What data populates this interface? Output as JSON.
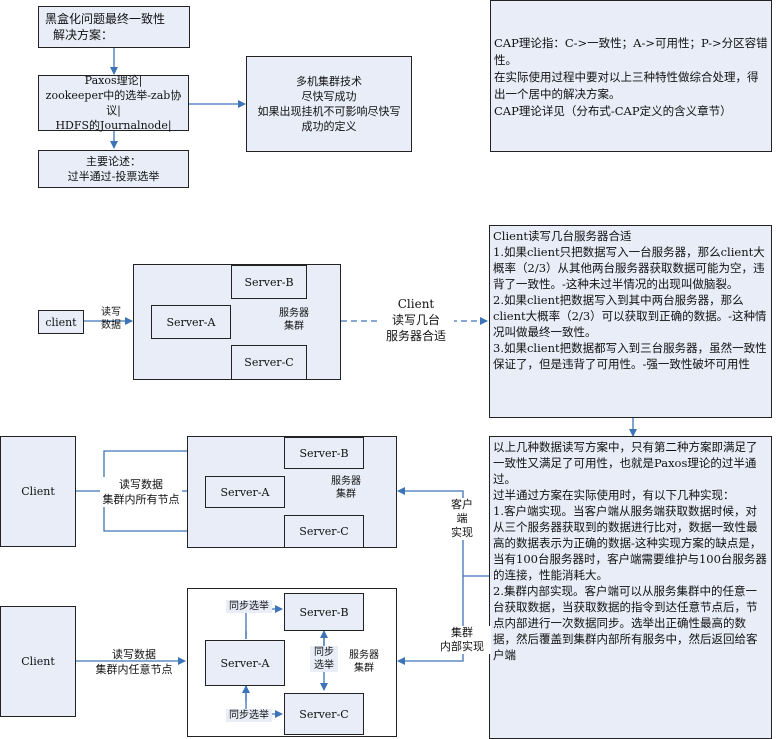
{
  "top": {
    "problem": [
      "黑盒化问题最终一致性",
      "解决方案："
    ],
    "theory": [
      "Paxos理论|",
      "zookeeper中的选举-zab协议|",
      "HDFS的Journalnode|"
    ],
    "argument": [
      "主要论述：",
      "过半通过-投票选举"
    ],
    "tech": [
      "多机集群技术",
      "尽快写成功",
      "如果出现挂机不可影响尽快写",
      "成功的定义"
    ],
    "cap": [
      "CAP理论指：C->一致性；A->可用性；P->分区容错性。",
      "在实际使用过程中要对以上三种特性做综合处理，得出一个居中的解决方案。",
      "CAP理论详见（分布式-CAP定义的含义章节）"
    ]
  },
  "diagram1": {
    "client": "client",
    "edge_label": [
      "读写",
      "数据"
    ],
    "servers": [
      "Server-A",
      "Server-B",
      "Server-C"
    ],
    "cluster_label": [
      "服务器",
      "集群"
    ],
    "question": [
      "Client",
      "读写几台",
      "服务器合适"
    ]
  },
  "explain1": {
    "title": "Client读写几台服务器合适",
    "items": [
      "1.如果client只把数据写入一台服务器，那么client大概率（2/3）从其他两台服务器获取数据可能为空，违背了一致性。-这种未过半情况的出现叫做脑裂。",
      "2.如果client把数据写入到其中两台服务器，那么client大概率（2/3）可以获取到正确的数据。-这种情况叫做最终一致性。",
      "3.如果client把数据都写入到三台服务器，虽然一致性保证了，但是违背了可用性。-强一致性破坏可用性"
    ]
  },
  "explain2": {
    "paras": [
      "以上几种数据读写方案中，只有第二种方案即满足了一致性又满足了可用性，也就是Paxos理论的过半通过。",
      "过半通过方案在实际使用时，有以下几种实现：",
      "1.客户端实现。当客户端从服务端获取数据时候，对从三个服务器获取到的数据进行比对，数据一致性最高的数据表示为正确的数据-这种实现方案的缺点是，当有100台服务器时，客户端需要维护与100台服务器的连接，性能消耗大。",
      "2.集群内部实现。客户端可以从服务集群中的任意一台获取数据，当获取数据的指令到达任意节点后，节点内部进行一次数据同步。选举出正确性最高的数据，然后覆盖到集群内部所有服务中，然后返回给客户端"
    ]
  },
  "diagram2": {
    "client": "Client",
    "edge_label": [
      "读写数据",
      "集群内所有节点"
    ],
    "servers": [
      "Server-A",
      "Server-B",
      "Server-C"
    ],
    "cluster_label": [
      "服务器",
      "集群"
    ],
    "impl_label": [
      "客户",
      "端",
      "实现"
    ]
  },
  "diagram3": {
    "client": "Client",
    "edge_label": [
      "读写数据",
      "集群内任意节点"
    ],
    "servers": [
      "Server-A",
      "Server-B",
      "Server-C"
    ],
    "cluster_label": [
      "服务器",
      "集群"
    ],
    "sync_label": "同步选举",
    "sync_mid": [
      "同步",
      "选举"
    ],
    "impl_label": [
      "集群",
      "内部实现"
    ]
  }
}
